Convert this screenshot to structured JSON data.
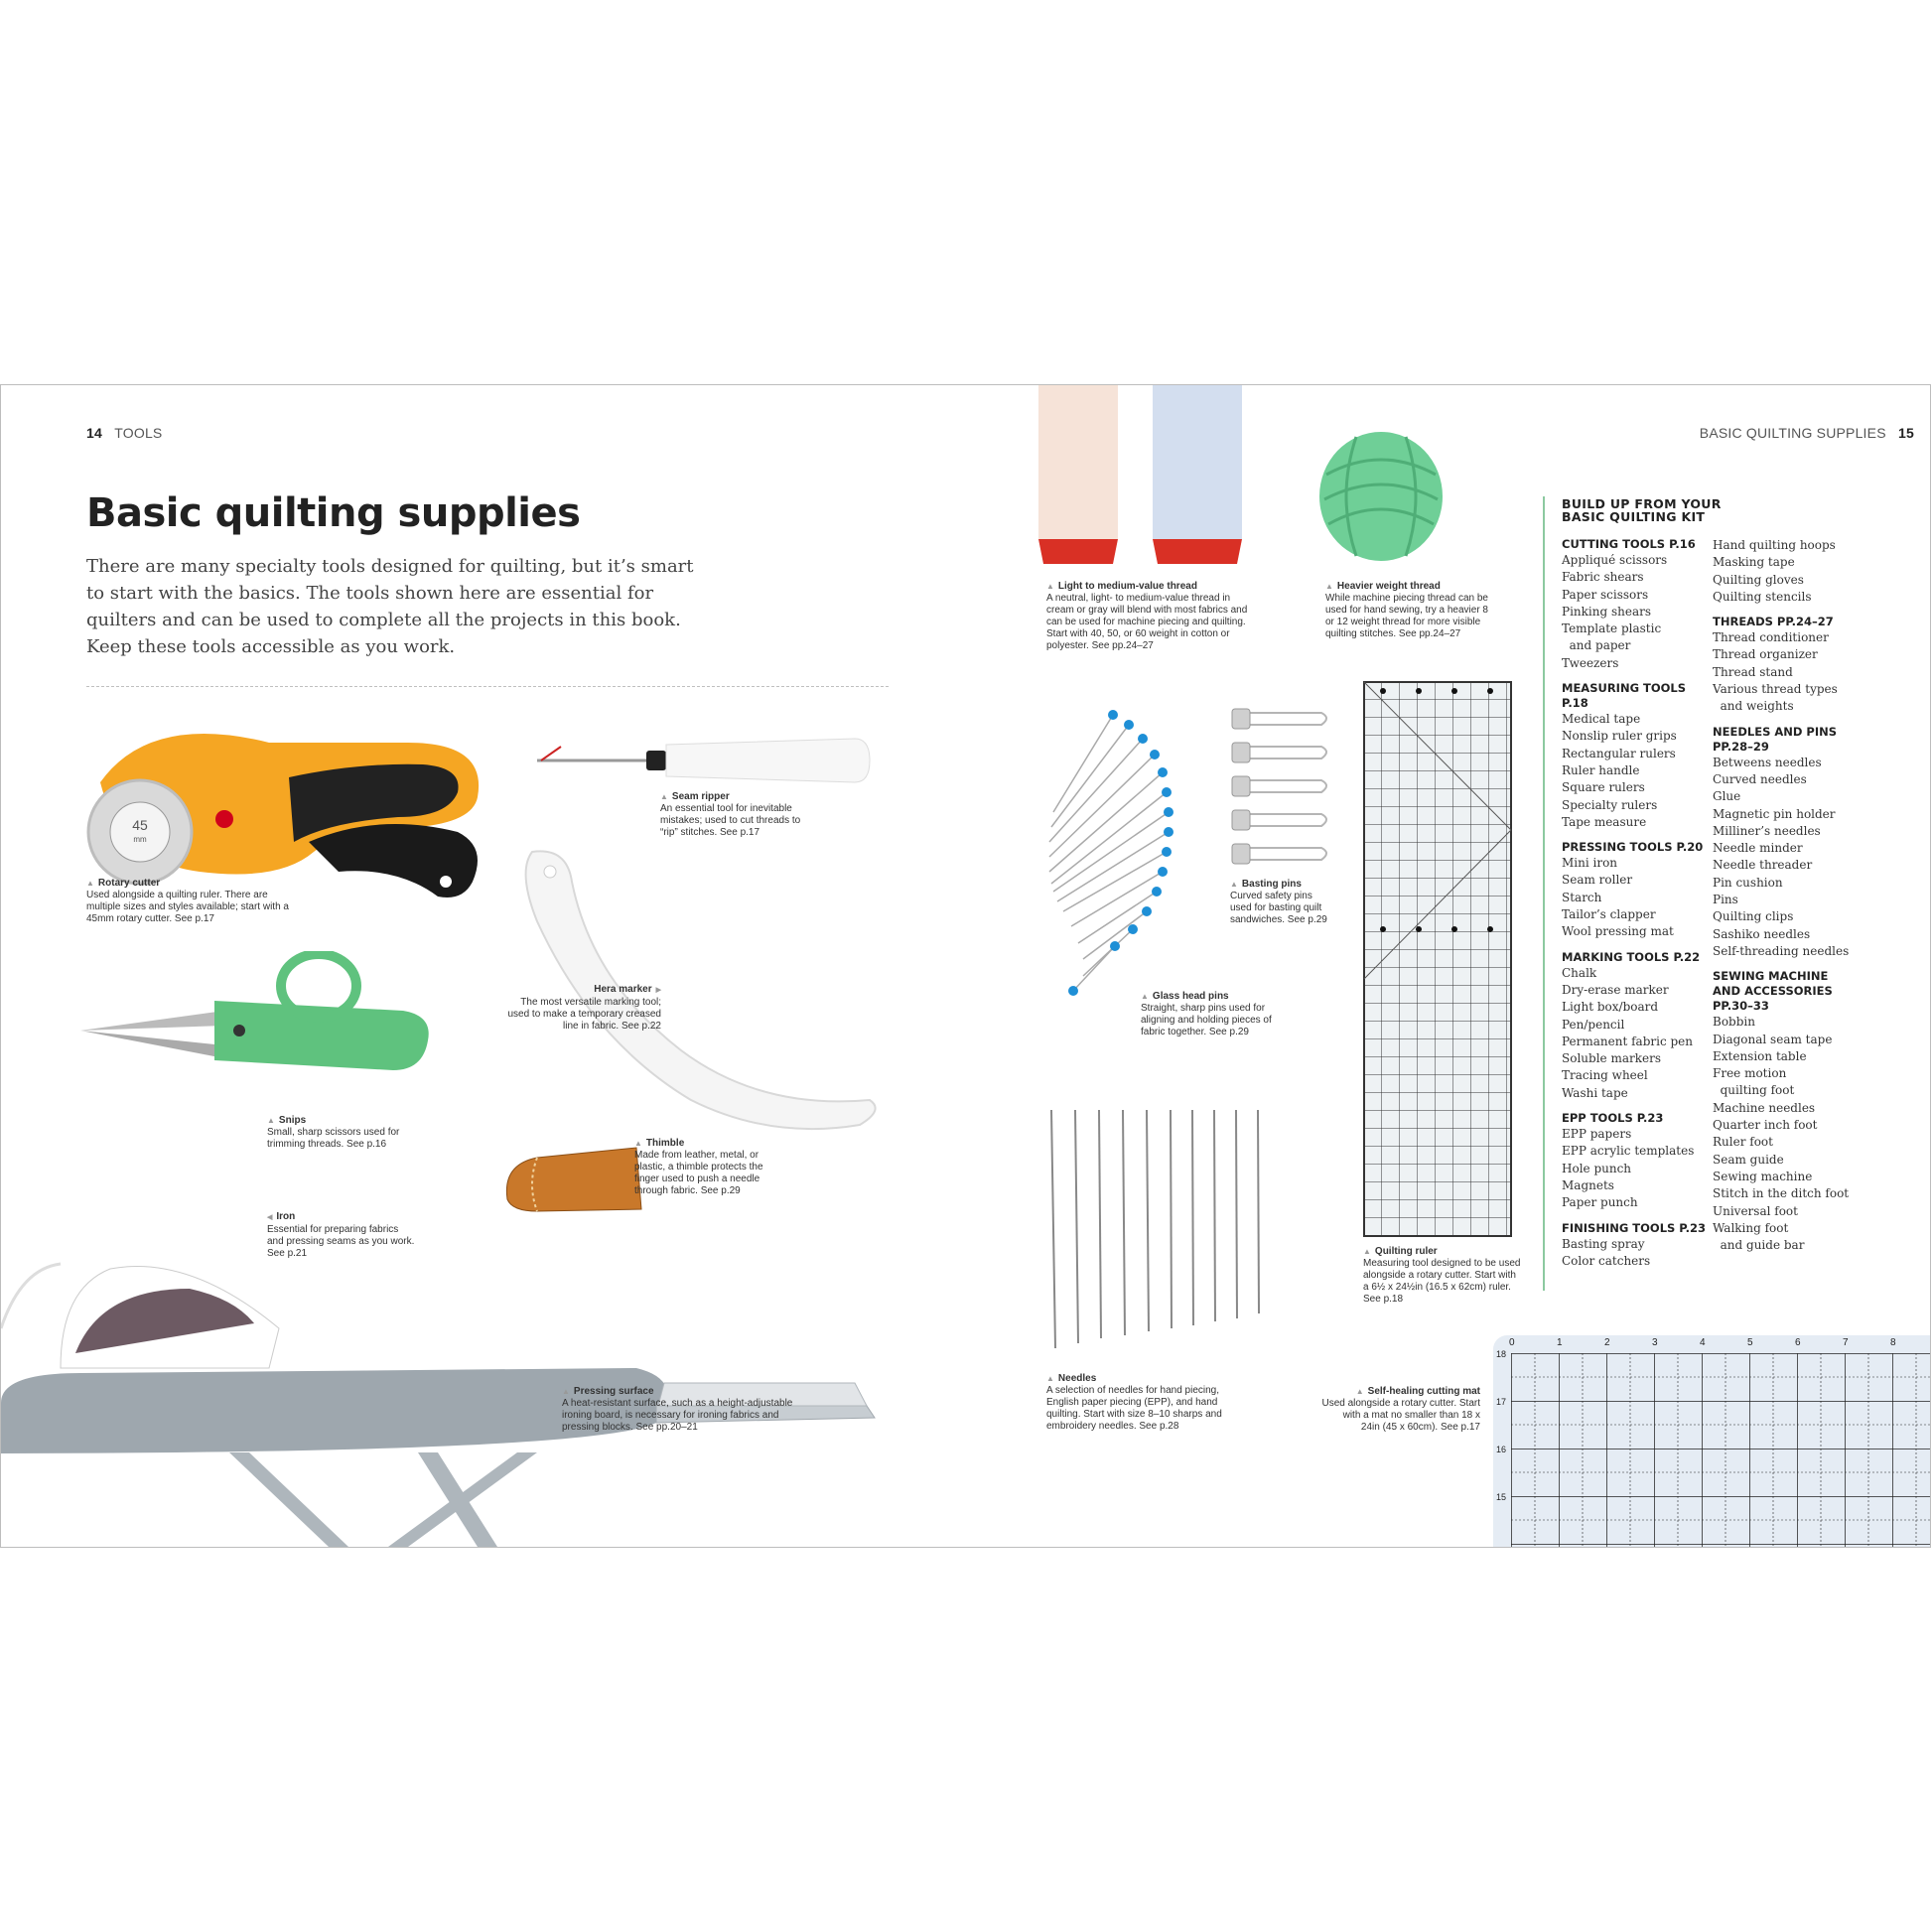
{
  "left_folio": {
    "num": "14",
    "section": "TOOLS"
  },
  "right_folio": {
    "section": "BASIC QUILTING SUPPLIES",
    "num": "15"
  },
  "title": "Basic quilting supplies",
  "intro": "There are many specialty tools designed for quilting, but it’s smart to start with the basics. The tools shown here are essential for quilters and can be used to complete all the projects in this book. Keep these tools accessible as you work.",
  "captions": {
    "rotary": {
      "h": "Rotary cutter",
      "t": "Used alongside a quilting ruler. There are multiple sizes and styles available; start with a 45mm rotary cutter. See p.17"
    },
    "seam": {
      "h": "Seam ripper",
      "t": "An essential tool for inevitable mistakes; used to cut threads to “rip” stitches. See p.17"
    },
    "hera": {
      "h": "Hera marker",
      "t": "The most versatile marking tool; used to make a temporary creased line in fabric. See p.22"
    },
    "snips": {
      "h": "Snips",
      "t": "Small, sharp scissors used for trimming threads. See p.16"
    },
    "thimble": {
      "h": "Thimble",
      "t": "Made from leather, metal, or plastic, a thimble protects the finger used to push a needle through fabric. See p.29"
    },
    "iron": {
      "h": "Iron",
      "t": "Essential for preparing fabrics and pressing seams as you work. See p.21"
    },
    "pressing": {
      "h": "Pressing surface",
      "t": "A heat-resistant surface, such as a height-adjustable ironing board, is necessary for ironing fabrics and pressing blocks. See pp.20–21"
    },
    "light_thread": {
      "h": "Light to medium-value thread",
      "t": "A neutral, light- to medium-value thread in cream or gray will blend with most fabrics and can be used for machine piecing and quilting. Start with 40, 50, or 60 weight in cotton or polyester. See pp.24–27"
    },
    "heavy_thread": {
      "h": "Heavier weight thread",
      "t": "While machine piecing thread can be used for hand sewing, try a heavier 8 or 12 weight thread for more visible quilting stitches. See pp.24–27"
    },
    "basting": {
      "h": "Basting pins",
      "t": "Curved safety pins used for basting quilt sandwiches. See p.29"
    },
    "glass": {
      "h": "Glass head pins",
      "t": "Straight, sharp pins used for aligning and holding pieces of fabric together. See p.29"
    },
    "ruler": {
      "h": "Quilting ruler",
      "t": "Measuring tool designed to be used alongside a rotary cutter. Start with a 6½ x 24½in (16.5 x 62cm) ruler. See p.18"
    },
    "needles": {
      "h": "Needles",
      "t": "A selection of needles for hand piecing, English paper piecing (EPP), and hand quilting. Start with size 8–10 sharps and embroidery needles. See p.28"
    },
    "mat": {
      "h": "Self-healing cutting mat",
      "t": "Used alongside a rotary cutter. Start with a mat no smaller than 18 x 24in (45 x 60cm). See p.17"
    }
  },
  "kit": {
    "heading": [
      "BUILD UP FROM YOUR",
      "BASIC QUILTING KIT"
    ],
    "col1": [
      {
        "h": [
          "CUTTING TOOLS P.16"
        ],
        "items": [
          "Appliqué scissors",
          "Fabric shears",
          "Paper scissors",
          "Pinking shears",
          "Template plastic",
          "  and paper",
          "Tweezers"
        ]
      },
      {
        "h": [
          "MEASURING TOOLS",
          "P.18"
        ],
        "items": [
          "Medical tape",
          "Nonslip ruler grips",
          "Rectangular rulers",
          "Ruler handle",
          "Square rulers",
          "Specialty rulers",
          "Tape measure"
        ]
      },
      {
        "h": [
          "PRESSING TOOLS P.20"
        ],
        "items": [
          "Mini iron",
          "Seam roller",
          "Starch",
          "Tailor’s clapper",
          "Wool pressing mat"
        ]
      },
      {
        "h": [
          "MARKING TOOLS P.22"
        ],
        "items": [
          "Chalk",
          "Dry-erase marker",
          "Light box/board",
          "Pen/pencil",
          "Permanent fabric pen",
          "Soluble markers",
          "Tracing wheel",
          "Washi tape"
        ]
      },
      {
        "h": [
          "EPP TOOLS P.23"
        ],
        "items": [
          "EPP papers",
          "EPP acrylic templates",
          "Hole punch",
          "Magnets",
          "Paper punch"
        ]
      },
      {
        "h": [
          "FINISHING TOOLS P.23"
        ],
        "items": [
          "Basting spray",
          "Color catchers"
        ]
      }
    ],
    "col2": [
      {
        "h": [],
        "items": [
          "Hand quilting hoops",
          "Masking tape",
          "Quilting gloves",
          "Quilting stencils"
        ]
      },
      {
        "h": [
          "THREADS PP.24–27"
        ],
        "items": [
          "Thread conditioner",
          "Thread organizer",
          "Thread stand",
          "Various thread types",
          "  and weights"
        ]
      },
      {
        "h": [
          "NEEDLES AND PINS",
          "PP.28–29"
        ],
        "items": [
          "Betweens needles",
          "Curved needles",
          "Glue",
          "Magnetic pin holder",
          "Milliner’s needles",
          "Needle minder",
          "Needle threader",
          "Pin cushion",
          "Pins",
          "Quilting clips",
          "Sashiko needles",
          "Self-threading needles"
        ]
      },
      {
        "h": [
          "SEWING MACHINE",
          "AND ACCESSORIES",
          "PP.30–33"
        ],
        "items": [
          "Bobbin",
          "Diagonal seam tape",
          "Extension table",
          "Free motion",
          "  quilting foot",
          "Machine needles",
          "Quarter inch foot",
          "Ruler foot",
          "Seam guide",
          "Sewing machine",
          "Stitch in the ditch foot",
          "Universal foot",
          "Walking foot",
          "  and guide bar"
        ]
      }
    ]
  },
  "labels": {
    "cutter_size": "45",
    "cutter_unit": "mm"
  },
  "mat_numbers": [
    "0",
    "1",
    "2",
    "3",
    "4",
    "5",
    "6",
    "7",
    "8"
  ],
  "mat_side_numbers": [
    "18",
    "17",
    "16",
    "15"
  ],
  "colors": {
    "accent_line": "#8cc9a0",
    "cutter_yellow": "#f5a623",
    "snips_green": "#5fc27e",
    "pin_blue": "#1e8fd6",
    "board_gray": "#9ea7ae"
  }
}
